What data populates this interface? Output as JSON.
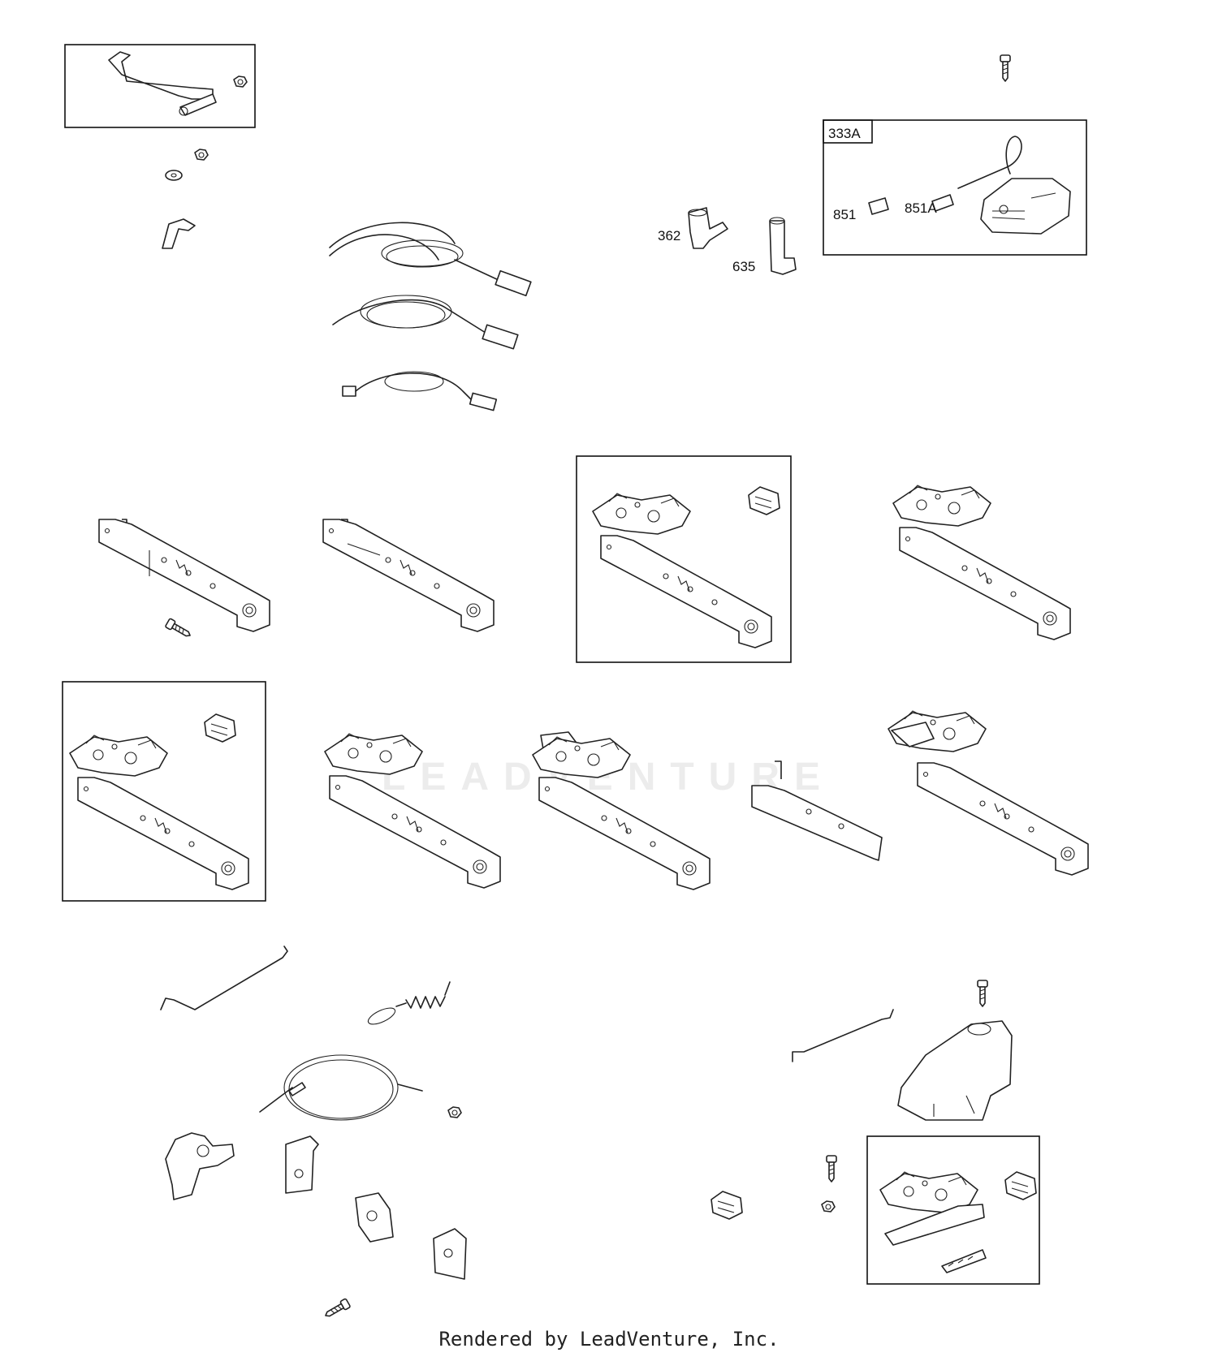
{
  "callouts": {
    "c333A": "333A",
    "c851": "851",
    "c851A": "851A",
    "c362": "362",
    "c635": "635"
  },
  "watermark": {
    "text": "LEADVENTURE",
    "color": "#d9d9d9"
  },
  "footer": {
    "text": "Rendered by LeadVenture, Inc."
  },
  "colors": {
    "line": "#222222",
    "background": "#ffffff"
  }
}
